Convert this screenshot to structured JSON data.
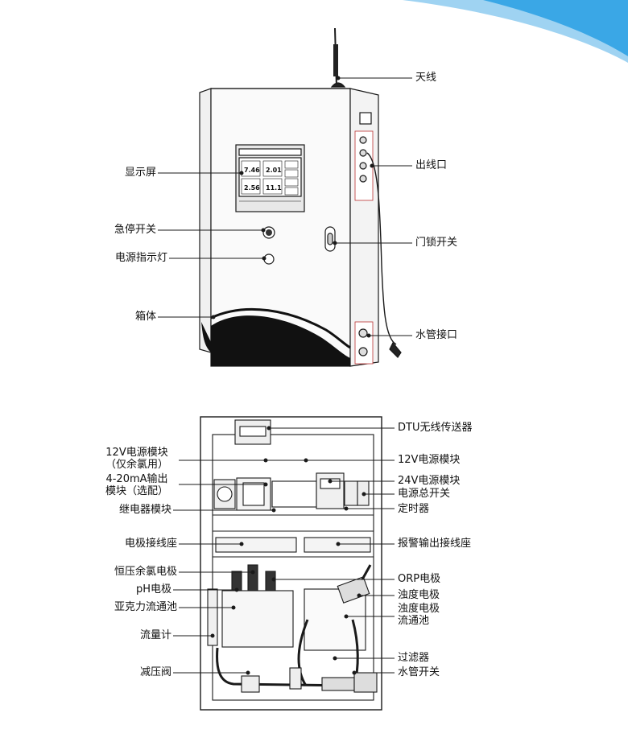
{
  "colors": {
    "accent": "#3aa7e6",
    "line": "#1a1a1a"
  },
  "labels_top": {
    "antenna": "天线",
    "display": "显示屏",
    "outlet": "出线口",
    "estop": "急停开关",
    "door_lock": "门锁开关",
    "power_light": "电源指示灯",
    "cabinet": "箱体",
    "water_inlet": "水管接口"
  },
  "screen_values": {
    "v1": "7.46",
    "v2": "2.01",
    "v3": "2.56",
    "v4": "11.1"
  },
  "labels_bottom": {
    "dtu": "DTU无线传送器",
    "psu12_chlorine_l1": "12V电源模块",
    "psu12_chlorine_l2": "（仅余氯用）",
    "psu12": "12V电源模块",
    "out420_l1": "4-20mA输出",
    "out420_l2": "模块（选配）",
    "psu24": "24V电源模块",
    "main_switch": "电源总开关",
    "relay": "继电器模块",
    "timer": "定时器",
    "electrode_terminal": "电极接线座",
    "alarm_terminal": "报警输出接线座",
    "chlorine_electrode": "恒压余氯电极",
    "orp_electrode": "ORP电极",
    "ph_electrode": "pH电极",
    "turbidity_electrode": "浊度电极",
    "acrylic_cell": "亚克力流通池",
    "turbidity_cell_l1": "浊度电极",
    "turbidity_cell_l2": "流通池",
    "flowmeter": "流量计",
    "filter": "过滤器",
    "pressure_valve": "减压阀",
    "water_switch": "水管开关"
  }
}
